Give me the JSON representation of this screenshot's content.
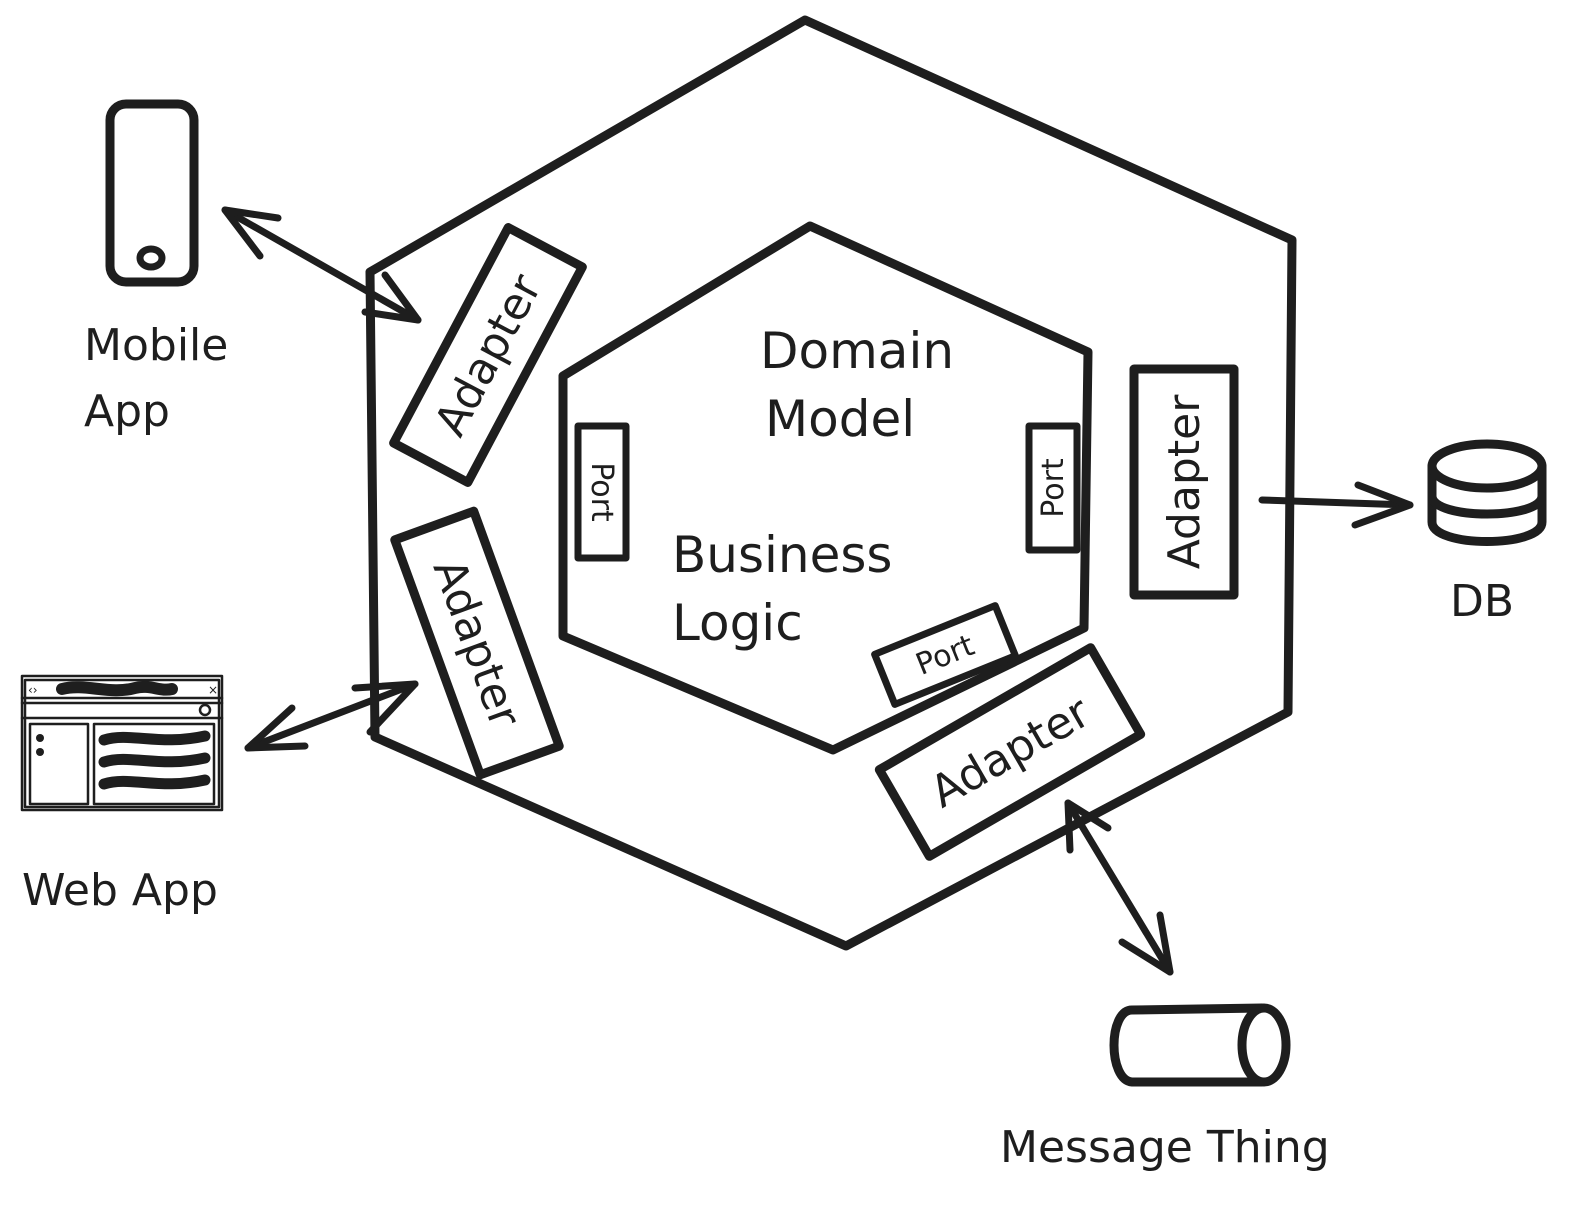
{
  "core": {
    "domain_line1": "Domain",
    "domain_line2": "Model",
    "business_line1": "Business",
    "business_line2": "Logic"
  },
  "adapters": {
    "top_left": "Adapter",
    "left": "Adapter",
    "right": "Adapter",
    "bottom": "Adapter"
  },
  "ports": {
    "left": "Port",
    "right": "Port",
    "bottom": "Port"
  },
  "external": {
    "mobile_line1": "Mobile",
    "mobile_line2": "App",
    "web": "Web App",
    "db": "DB",
    "message": "Message Thing"
  },
  "colors": {
    "ink": "#1e1e1e",
    "background": "#ffffff"
  }
}
